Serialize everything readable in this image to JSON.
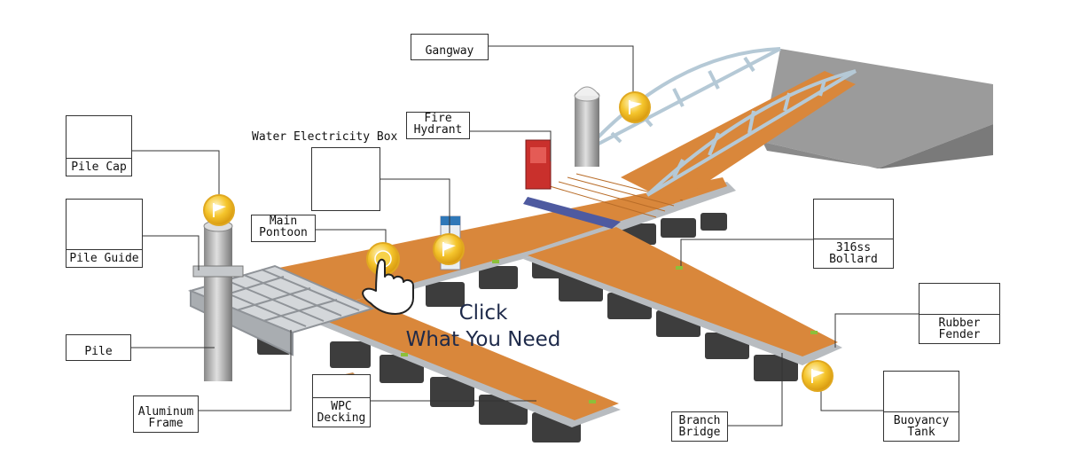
{
  "labels": {
    "gangway": "Gangway",
    "fire_hydrant": [
      "Fire",
      "Hydrant"
    ],
    "water_electricity_box": "Water Electricity Box",
    "pile_cap": "Pile Cap",
    "pile_guide": "Pile Guide",
    "main_pontoon": [
      "Main",
      "Pontoon"
    ],
    "bollard": [
      "316ss",
      "Bollard"
    ],
    "rubber_fender": [
      "Rubber",
      "Fender"
    ],
    "pile": "Pile",
    "aluminum_frame": [
      "Aluminum",
      "Frame"
    ],
    "wpc_decking": [
      "WPC",
      "Decking"
    ],
    "branch_bridge": [
      "Branch",
      "Bridge"
    ],
    "buoyancy_tank": [
      "Buoyancy",
      "Tank"
    ]
  },
  "call_to_action": [
    "Click",
    "What You Need"
  ],
  "colors": {
    "deck": "#d9873b",
    "deck_shadow": "#b86c28",
    "float": "#3d3d3d",
    "frame": "#b8bcc0",
    "shore": "#8a8a8a",
    "marker": "#f2c12e",
    "text_dark": "#1e2a4a"
  },
  "icons": [
    "flag-marker-icon",
    "pointing-hand-icon"
  ]
}
